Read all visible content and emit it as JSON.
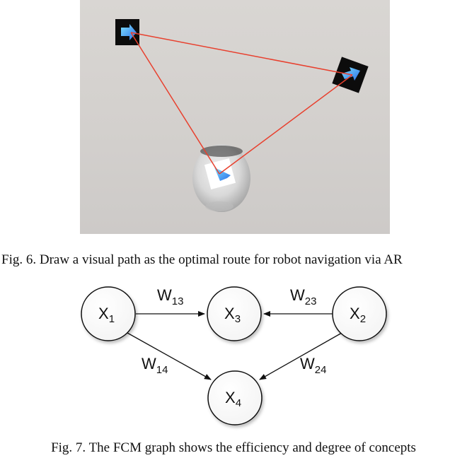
{
  "figure6": {
    "caption": "Fig. 6. Draw a visual path as the optimal route for robot navigation via AR",
    "path_color": "#e8402e"
  },
  "figure7": {
    "caption": "Fig. 7. The FCM graph shows the efficiency and degree of concepts",
    "nodes": [
      {
        "id": "x1",
        "base": "X",
        "sub": "1"
      },
      {
        "id": "x2",
        "base": "X",
        "sub": "2"
      },
      {
        "id": "x3",
        "base": "X",
        "sub": "3"
      },
      {
        "id": "x4",
        "base": "X",
        "sub": "4"
      }
    ],
    "edges": [
      {
        "from": "x1",
        "to": "x3",
        "base": "W",
        "sub": "13"
      },
      {
        "from": "x2",
        "to": "x3",
        "base": "W",
        "sub": "23"
      },
      {
        "from": "x1",
        "to": "x4",
        "base": "W",
        "sub": "14"
      },
      {
        "from": "x2",
        "to": "x4",
        "base": "W",
        "sub": "24"
      }
    ]
  }
}
